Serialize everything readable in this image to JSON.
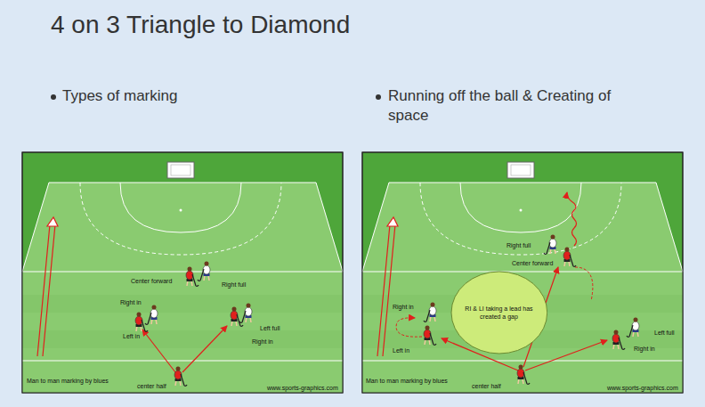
{
  "diagram": {
    "title": "4 on 3 Triangle to Diamond",
    "nodes": [
      {
        "text": [
          "RI & LI taking a lead has created a gap"
        ]
      }
    ],
    "labels": [
      "Types of marking",
      "Running off the ball & Creating of space",
      "Center forward",
      "Right full",
      "Right in",
      "Left in",
      "Left full",
      "Right in",
      "Man to man marking by blues",
      "center half",
      "www.sports-graphics.com",
      "Right full",
      "Center forward",
      "Right in",
      "Left in",
      "Left full",
      "Right in",
      "Man to man marking by blues",
      "center half",
      "www.sports-graphics.com"
    ]
  }
}
